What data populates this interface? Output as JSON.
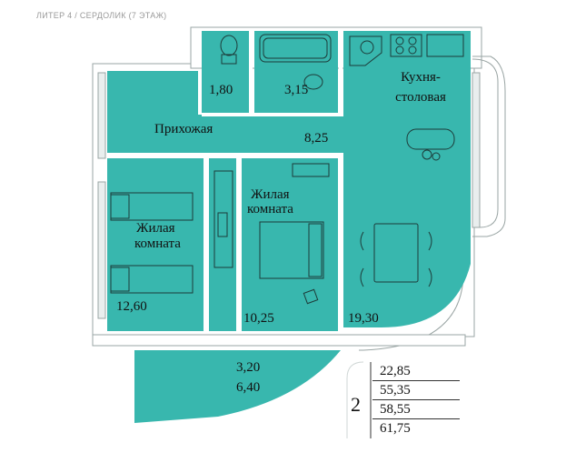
{
  "header": {
    "title": "ЛИТЕР 4 / СЕРДОЛИК (7 ЭТАЖ)"
  },
  "colors": {
    "room_fill": "#38b7ae",
    "wall": "#ffffff",
    "wall_outline": "#9aa5a4",
    "furniture": "#1d3b39"
  },
  "rooms": {
    "wc_area": "1,80",
    "bath_area": "3,15",
    "kitchen_name": "Кухня-\nстоловая",
    "kitchen_name_line1": "Кухня-",
    "kitchen_name_line2": "столовая",
    "kitchen_area": "19,30",
    "hall_name": "Прихожая",
    "hall_area": "8,25",
    "bedroom1_name_line1": "Жилая",
    "bedroom1_name_line2": "комната",
    "bedroom1_area": "12,60",
    "bedroom2_name_line1": "Жилая",
    "bedroom2_name_line2": "комната",
    "bedroom2_area": "10,25",
    "balcony_area": "3,20",
    "balcony_area_full": "6,40"
  },
  "summary": {
    "room_count": "2",
    "areas": [
      "22,85",
      "55,35",
      "58,55",
      "61,75"
    ]
  }
}
